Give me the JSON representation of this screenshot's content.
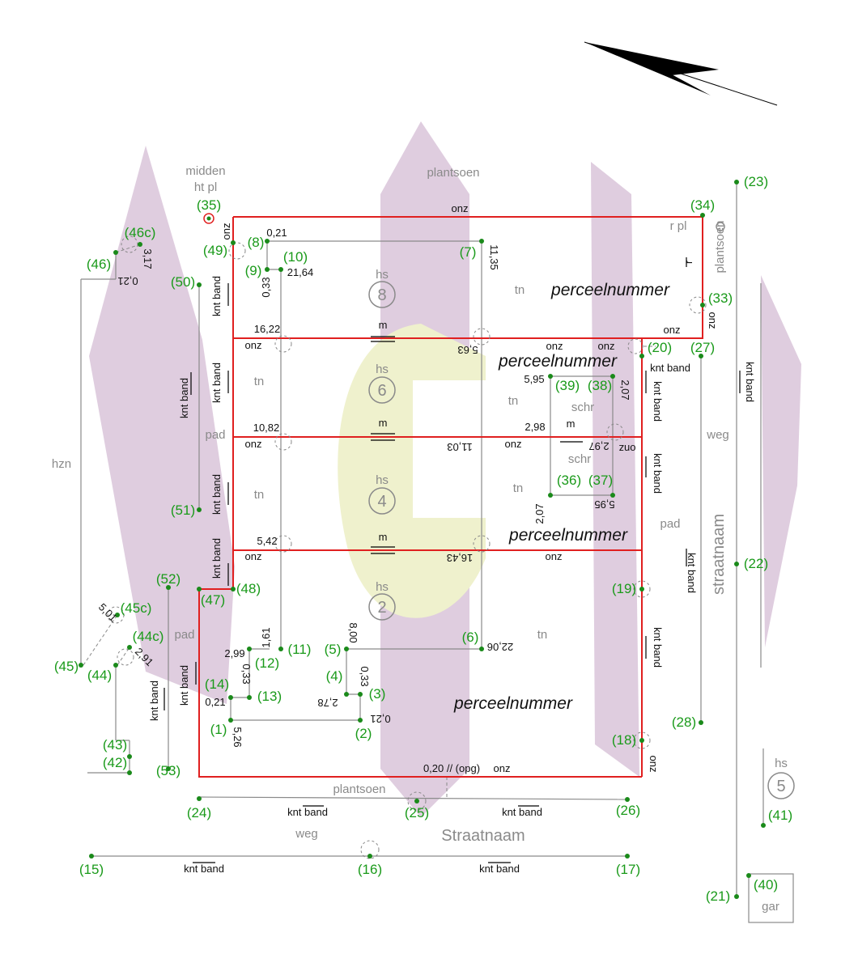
{
  "colors": {
    "boundary": "#e02020",
    "point": "#1a8a1a",
    "line": "#8a8a8a",
    "watermark_pink": "#dcc8dc",
    "watermark_yellow": "#eef0c8"
  },
  "icons": {
    "north_arrow": "north-arrow-icon"
  },
  "areas": {
    "plantsoen_top": "plantsoen",
    "plantsoen_bottom": "plantsoen",
    "plantsoen_right": "plantsoen",
    "pad_left": "pad",
    "pad_lower": "pad",
    "pad_right": "pad",
    "hzn": "hzn",
    "weg_bottom": "weg",
    "weg_right": "weg"
  },
  "street_bottom": "Straatnaam",
  "street_right": "straatnaam",
  "midden": "midden",
  "htpl": "ht pl",
  "rpl": "r pl",
  "r": "r",
  "garage": "gar",
  "houses": {
    "hs": "hs",
    "h8": "8",
    "h6": "6",
    "h4": "4",
    "h2": "2",
    "h5": "5"
  },
  "parcel": "perceelnummer",
  "tn": "tn",
  "schr": "schr",
  "m": "m",
  "onz": "onz",
  "opg": "0,20 // (opg)",
  "knt_band": "knt band",
  "points": {
    "p1": "(1)",
    "p2": "(2)",
    "p3": "(3)",
    "p4": "(4)",
    "p5": "(5)",
    "p6": "(6)",
    "p7": "(7)",
    "p8": "(8)",
    "p9": "(9)",
    "p10": "(10)",
    "p11": "(11)",
    "p12": "(12)",
    "p13": "(13)",
    "p14": "(14)",
    "p15": "(15)",
    "p16": "(16)",
    "p17": "(17)",
    "p18": "(18)",
    "p19": "(19)",
    "p20": "(20)",
    "p21": "(21)",
    "p22": "(22)",
    "p23": "(23)",
    "p24": "(24)",
    "p25": "(25)",
    "p26": "(26)",
    "p27": "(27)",
    "p28": "(28)",
    "p33": "(33)",
    "p34": "(34)",
    "p35": "(35)",
    "p36": "(36)",
    "p37": "(37)",
    "p38": "(38)",
    "p39": "(39)",
    "p40": "(40)",
    "p41": "(41)",
    "p42": "(42)",
    "p43": "(43)",
    "p44": "(44)",
    "p44c": "(44c)",
    "p45": "(45)",
    "p45c": "(45c)",
    "p46": "(46)",
    "p46c": "(46c)",
    "p47": "(47)",
    "p48": "(48)",
    "p49": "(49)",
    "p50": "(50)",
    "p51": "(51)",
    "p52": "(52)",
    "p53": "(53)"
  },
  "measures": {
    "d021a": "0,21",
    "d1135": "11,35",
    "d033a": "0,33",
    "d2164": "21,64",
    "d1622": "16,22",
    "d563": "5,63",
    "d595a": "5,95",
    "d207a": "2,07",
    "d1082": "10,82",
    "d1103": "11,03",
    "d298": "2,98",
    "d297": "2,97",
    "d207b": "2,07",
    "d595b": "5,95",
    "d542": "5,42",
    "d1643": "16,43",
    "d161": "1,61",
    "d800": "8,00",
    "d2206": "22,06",
    "d299": "2,99",
    "d033b": "0,33",
    "d033c": "0,33",
    "d278": "2,78",
    "d021b": "0,21",
    "d021c": "0,21",
    "d526": "5,26",
    "d317": "3,17",
    "d021d": "0,21",
    "d501": "5,01",
    "d291": "2,91"
  }
}
